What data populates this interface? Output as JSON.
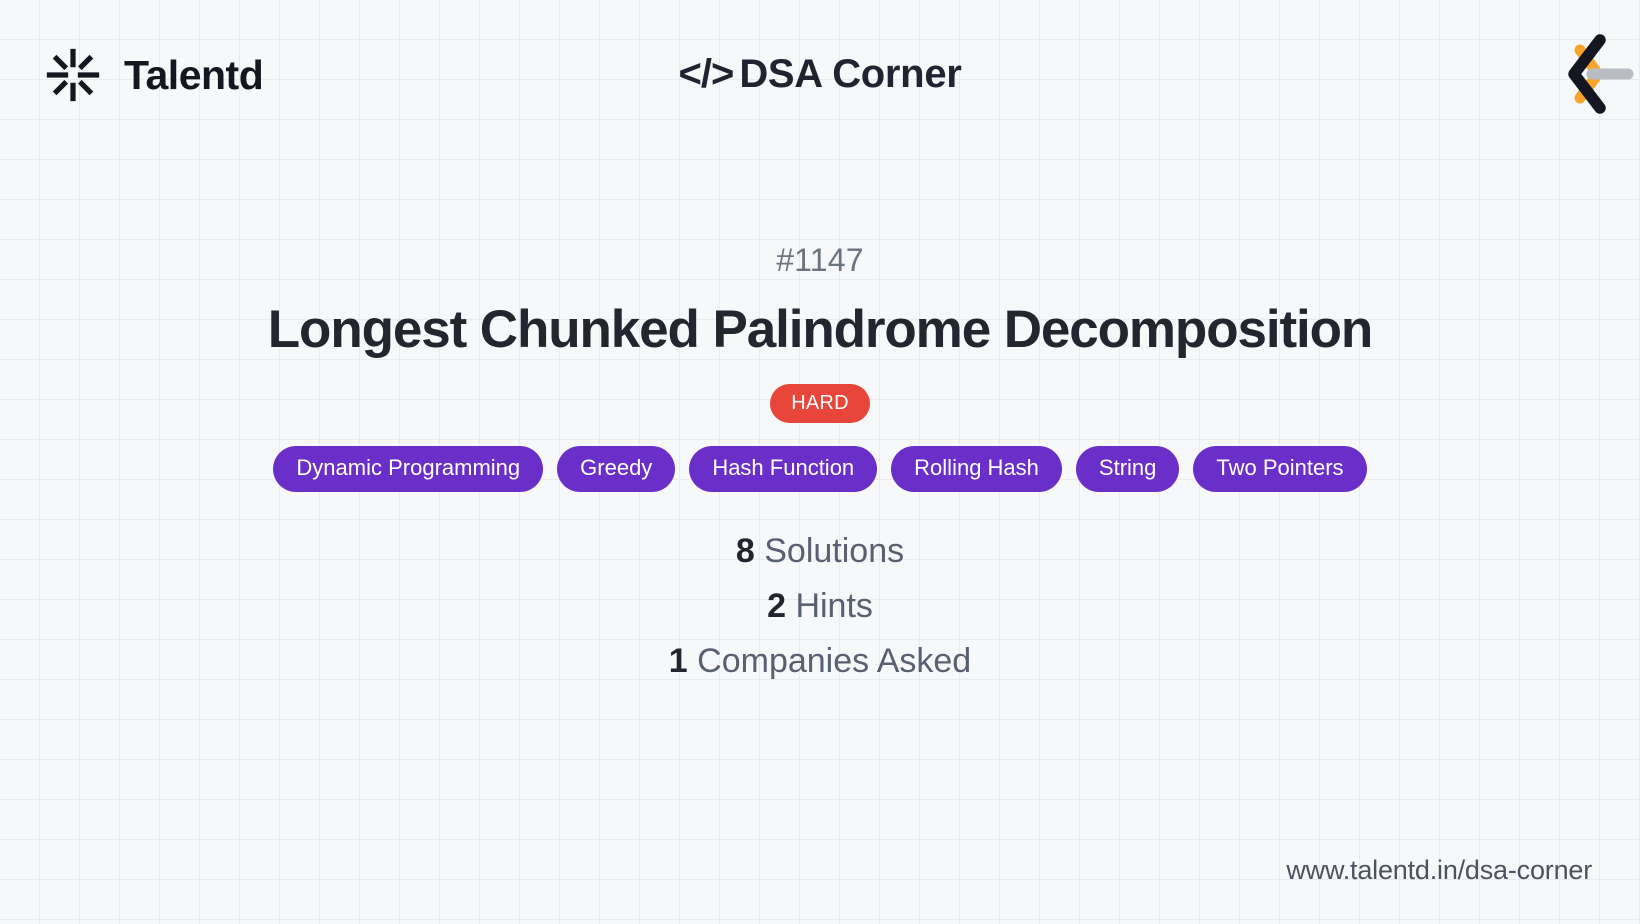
{
  "header": {
    "brand_name": "Talentd",
    "brand_logo_icon": "talentd-asterisk-icon",
    "title_code_glyph": "</>",
    "title": "DSA Corner",
    "corner_logo_icon": "chevron-c-bracket-logo-icon"
  },
  "problem": {
    "number": "#1147",
    "title": "Longest Chunked Palindrome Decomposition",
    "difficulty": "HARD",
    "difficulty_color": "#e8463a",
    "tag_color": "#6b2fc9",
    "tags": [
      "Dynamic Programming",
      "Greedy",
      "Hash Function",
      "Rolling Hash",
      "String",
      "Two Pointers"
    ],
    "stats": [
      {
        "value": "8",
        "label": "Solutions"
      },
      {
        "value": "2",
        "label": "Hints"
      },
      {
        "value": "1",
        "label": "Companies Asked"
      }
    ]
  },
  "footer": {
    "url": "www.talentd.in/dsa-corner"
  },
  "theme": {
    "background": "#f7f8fa",
    "grid_line": "#e9ebee",
    "text_dark": "#22262f",
    "text_muted": "#6b7280",
    "logo_black": "#14171f",
    "logo_orange": "#f7a52b",
    "logo_gray": "#b9bcc2"
  }
}
